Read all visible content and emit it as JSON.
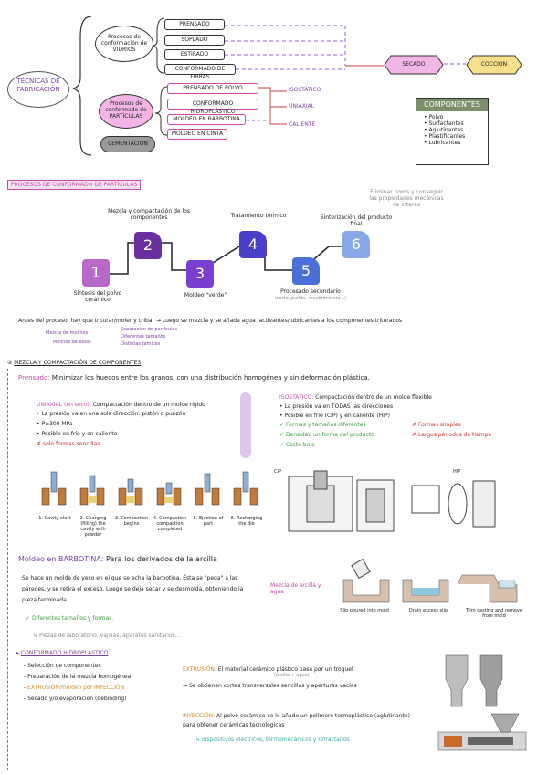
{
  "mindmap": {
    "root": "TÉCNICAS DE FABRICACIÓN",
    "proc_vidrios": "Procesos de conformación de VIDRIOS",
    "vidrio_items": [
      "PRENSADO",
      "SOPLADO",
      "ESTIRADO",
      "CONFORMADO DE FIBRAS"
    ],
    "proc_particulas": "Procesos de conformado de PARTÍCULAS",
    "particula_items": [
      "PRENSADO DE POLVO",
      "CONFORMADO HIDROPLÁSTICO",
      "MOLDEO EN BARBOTINA",
      "MOLDEO EN CINTA"
    ],
    "cementacion": "CEMENTACIÓN",
    "prensado_tipos": [
      "ISOSTÁTICO",
      "UNIAXIAL",
      "CALIENTE"
    ],
    "secado": "SECADO",
    "coccion": "COCCIÓN",
    "colors": {
      "purple": "#7b3fa0",
      "pink": "#f3b5e6",
      "peach": "#f3c2a0",
      "yellow": "#f7e08a",
      "gray": "#bdbdbd"
    }
  },
  "componentes": {
    "title": "COMPONENTES",
    "items": [
      "Polvo",
      "Surfactantes",
      "Aglutinantes",
      "Plastificantes",
      "Lubricantes"
    ]
  },
  "section1": {
    "title": "PROCESOS DE CONFORMADO DE PARTÍCULAS",
    "note": "Eliminar poros y conseguir las propiedades mecánicas de interés",
    "steps": [
      {
        "n": "1",
        "label": "Síntesis del polvo cerámico",
        "color": "#b868c8"
      },
      {
        "n": "2",
        "label": "Mezcla y compactación de los componentes",
        "color": "#6a2fa0"
      },
      {
        "n": "3",
        "label": "Moldeo \"verde\"",
        "color": "#7a3fd0"
      },
      {
        "n": "4",
        "label": "Tratamiento térmico",
        "color": "#4a3fc8"
      },
      {
        "n": "5",
        "label": "Procesado secundario",
        "sub": "(corte, pulido, recubrimiento...)",
        "color": "#4a6fd8"
      },
      {
        "n": "6",
        "label": "Sinterización del producto final",
        "color": "#8aa8e8"
      }
    ],
    "antes": "Antes del proceso, hay que triturar/moler y cribar → Luego se mezcla y se añade agua /activantes/lubricantes a los componentes triturados",
    "antes_notes": [
      "Mezcla de molinos",
      "Molinos de bolas",
      "Separación de partículas",
      "Diferentes tamaños",
      "Distintas tamices"
    ]
  },
  "section2": {
    "title": "MEZCLA Y COMPACTACIÓN DE COMPONENTES",
    "prensado_label": "Prensado:",
    "prensado_text": "Minimizar los huecos entre los granos, con una distribución homogénea y sin deformación plástica.",
    "uniaxial": {
      "title": "UNIAXIAL (en seco):",
      "desc": "Compactación dentro de un molde rígido",
      "items": [
        "La presión va en una sola dirección: pistón o punzón",
        "P≥300 MPa",
        "Posible en frío y en caliente"
      ],
      "con": "solo formas sencillas"
    },
    "isostatico": {
      "title": "ISOSTÁTICO:",
      "desc": "Compactación dentro de un molde flexible",
      "items": [
        "La presión va en TODAS las direcciones",
        "Posible en frío (CIP) y en caliente (HIP)"
      ],
      "pros": [
        "Formas y tamaños diferentes",
        "Densidad uniforme del producto",
        "Coste bajo"
      ],
      "cons": [
        "Formas simples",
        "Largos periodos de tiempo"
      ]
    },
    "fig_steps": [
      "1. Cavity start",
      "2. Charging (filling) the cavity with powder",
      "3. Compaction begins",
      "4. Compaction compaction completed",
      "5. Ejection of part",
      "6. Recharging the die"
    ],
    "fig_iso_labels": [
      "CIP",
      "HIP"
    ]
  },
  "section3": {
    "title": "Moldeo en BARBOTINA:",
    "subtitle": "Para los derivados de la arcilla",
    "text": "Se hace un molde de yeso en el que se echa la barbotina. Ésta se \"pega\" a las paredes, y se retira el exceso. Luego se deja secar y se desmolda, obteniendo la pieza terminada.",
    "side": "Mezcla de arcilla y agua",
    "pro": "Diferentes tamaños y formas.",
    "use": "Piezas de laboratorio, vajillas, aparatos sanitarios...",
    "fig_labels": [
      "Slip poured into mold",
      "Drain excess slip",
      "Trim casting and remove from mold"
    ]
  },
  "section4": {
    "title": "CONFORMADO HIDROPLÁSTICO",
    "steps": [
      "Selección de componentes",
      "Preparación de la mezcla homogénea",
      "EXTRUSIÓN/moldeo por INYECCIÓN",
      "Secado y/o evaporación (debinding)"
    ],
    "extrusion": {
      "title": "EXTRUSIÓN:",
      "text": "El material cerámico plástico pasa por un troquel",
      "note": "(arcilla + agua)",
      "result": "Se obtienen cortes transversales sencillos y aperturas vacías"
    },
    "inyeccion": {
      "title": "INYECCIÓN:",
      "text": "Al polvo cerámico se le añade un polímero termoplástico (aglutinante) para obtener cerámicas tecnológicas",
      "use": "dispositivos eléctricos, termomecánicos y refractarios"
    }
  }
}
